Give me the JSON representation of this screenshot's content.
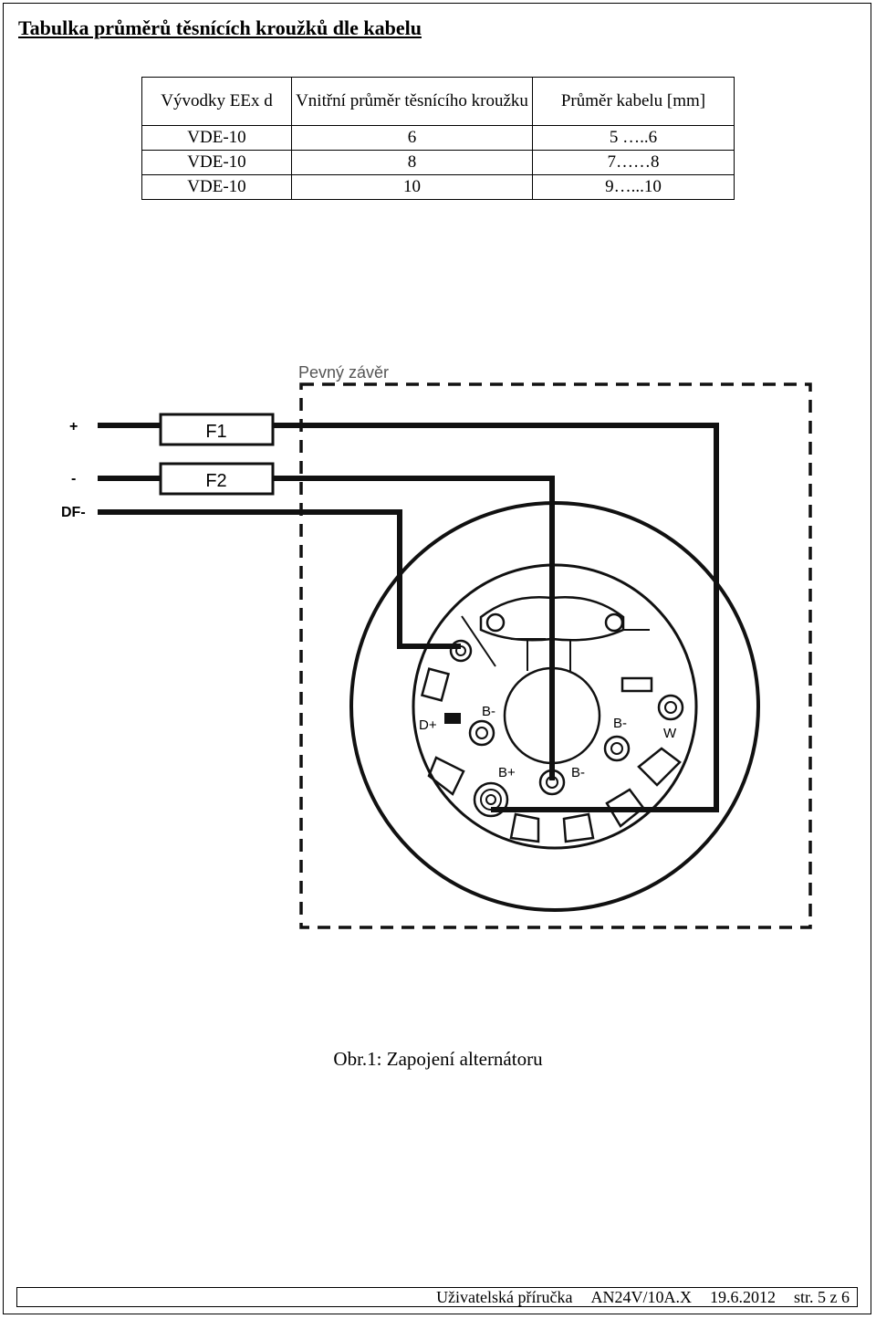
{
  "title": "Tabulka průměrů těsnících kroužků dle kabelu",
  "table": {
    "headers": [
      "Vývodky EEx d",
      "Vnitřní průměr těsnícího kroužku",
      "Průměr kabelu  [mm]"
    ],
    "rows": [
      [
        "VDE-10",
        "6",
        "5 …..6"
      ],
      [
        "VDE-10",
        "8",
        "7……8"
      ],
      [
        "VDE-10",
        "10",
        "9…...10"
      ]
    ]
  },
  "diagram": {
    "enclosure_label": "Pevný závěr",
    "terminals": [
      "+",
      "-",
      "DF-"
    ],
    "fuses": [
      "F1",
      "F2"
    ],
    "alternator_labels": [
      "D+",
      "B-",
      "B+",
      "B-",
      "B-",
      "W"
    ]
  },
  "caption": "Obr.1: Zapojení alternátoru",
  "footer": {
    "manual": "Uživatelská příručka",
    "doc_id": "AN24V/10A.X",
    "date": "19.6.2012",
    "page": "str. 5 z 6"
  }
}
